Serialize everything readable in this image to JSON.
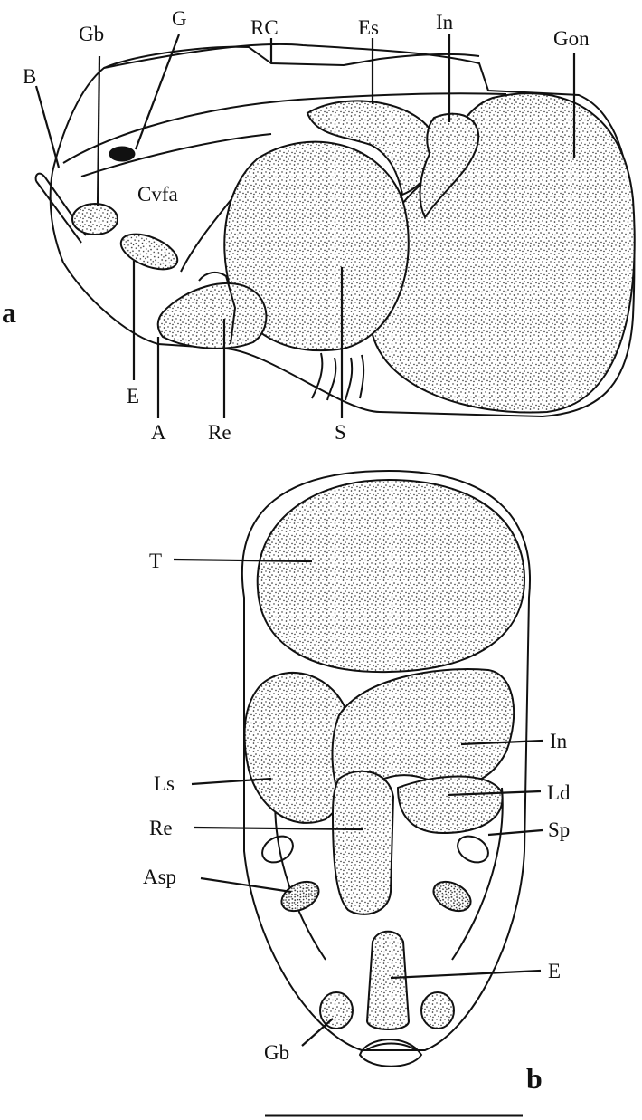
{
  "panel_a": {
    "panel_label": "a",
    "labels": {
      "B": "B",
      "Gb": "Gb",
      "G": "G",
      "RC": "RC",
      "Es": "Es",
      "In": "In",
      "Gon": "Gon",
      "Cvfa": "Cvfa",
      "E": "E",
      "A": "A",
      "Re": "Re",
      "S": "S"
    }
  },
  "panel_b": {
    "panel_label": "b",
    "labels": {
      "T": "T",
      "In": "In",
      "Ls": "Ls",
      "Ld": "Ld",
      "Re": "Re",
      "Sp": "Sp",
      "Asp": "Asp",
      "E": "E",
      "Gb": "Gb"
    }
  },
  "scale_bar": {
    "present": true
  }
}
